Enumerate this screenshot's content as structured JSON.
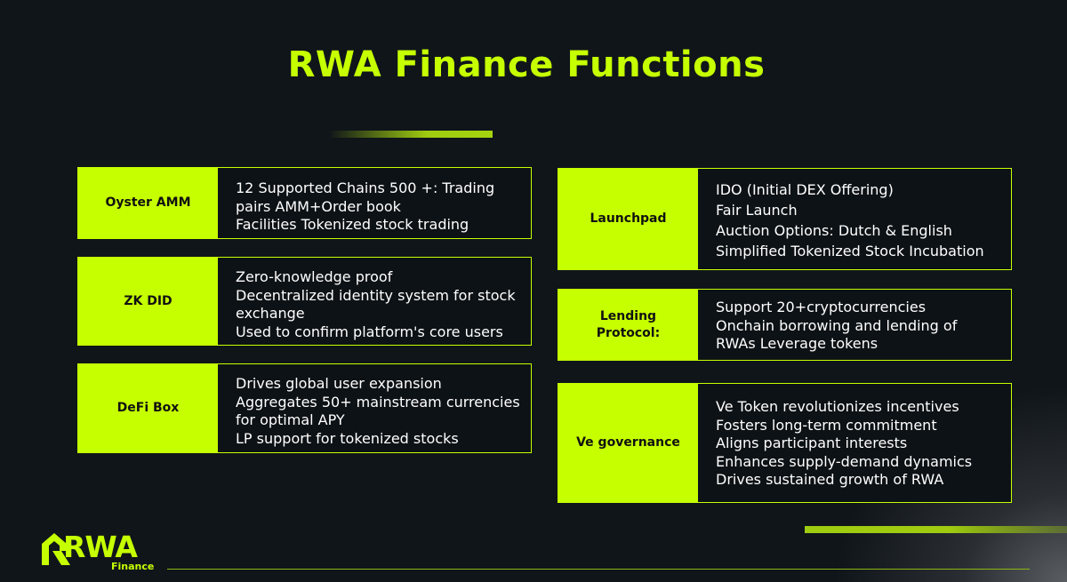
{
  "title": "RWA Finance Functions",
  "colors": {
    "accent": "#c6ff00",
    "background": "#10151a"
  },
  "left_cards": [
    {
      "label": "Oyster AMM",
      "lines": [
        "12 Supported Chains 500 +: Trading",
        "pairs AMM+Order book",
        "Facilities Tokenized stock trading"
      ]
    },
    {
      "label": "ZK DID",
      "lines": [
        "Zero-knowledge proof",
        "Decentralized identity system for stock",
        "exchange",
        "Used to confirm platform's core users"
      ]
    },
    {
      "label": "DeFi Box",
      "lines": [
        "Drives global user expansion",
        "Aggregates 50+ mainstream currencies",
        "for optimal APY",
        "LP support for tokenized stocks"
      ]
    }
  ],
  "right_cards": [
    {
      "label": "Launchpad",
      "lines": [
        "IDO (Initial DEX Offering)",
        "Fair Launch",
        "Auction Options: Dutch & English",
        "Simplified Tokenized Stock  Incubation"
      ]
    },
    {
      "label_line1": "Lending",
      "label_line2": "Protocol:",
      "lines": [
        "Support 20+cryptocurrencies",
        "Onchain borrowing and lending of",
        "RWAs Leverage tokens"
      ]
    },
    {
      "label": "Ve governance",
      "lines": [
        "Ve Token revolutionizes incentives",
        "Fosters long-term commitment",
        "Aligns participant interests",
        "Enhances supply-demand dynamics",
        "Drives sustained growth of RWA"
      ]
    }
  ],
  "logo": {
    "word": "RWA",
    "sub": "Finance",
    "icon": "rwa-logo-mark"
  }
}
